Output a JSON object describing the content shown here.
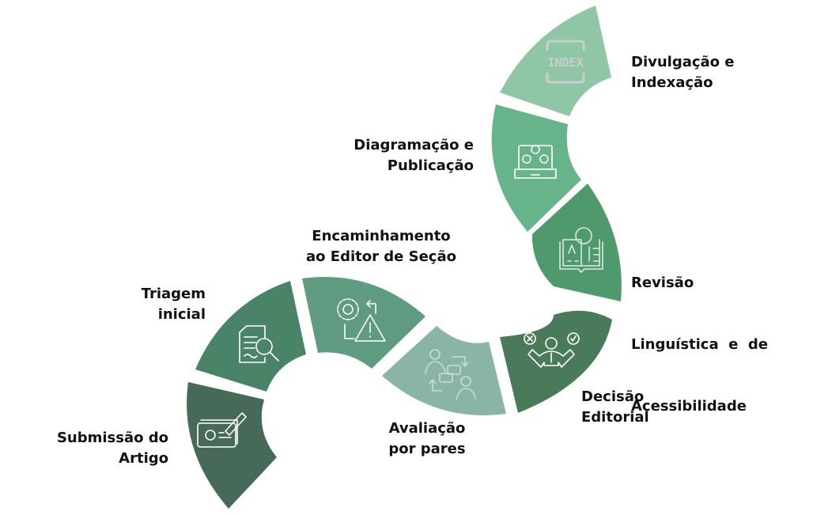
{
  "steps": [
    {
      "id": "submissao",
      "lines": [
        "Submissão do",
        "Artigo"
      ],
      "color": "#476a58",
      "icon": "check-money-pen-icon"
    },
    {
      "id": "triagem",
      "lines": [
        "Triagem",
        "inicial"
      ],
      "color": "#4a8468",
      "icon": "document-magnifier-icon"
    },
    {
      "id": "encaminhamento",
      "lines": [
        "Encaminhamento",
        "ao Editor de Seção"
      ],
      "color": "#5e9b81",
      "icon": "gear-warning-cycle-icon"
    },
    {
      "id": "avaliacao",
      "lines": [
        "Avaliação",
        "por pares"
      ],
      "color": "#8ab4a3",
      "icon": "people-exchange-icon"
    },
    {
      "id": "decisao",
      "lines": [
        "Decisão",
        "Editorial"
      ],
      "color": "#497b5b",
      "icon": "decision-person-icon"
    },
    {
      "id": "revisao",
      "lines": [
        "Revisão",
        "Linguística  e  de",
        "Acessibilidade"
      ],
      "color": "#4f9a6c",
      "icon": "book-language-globe-icon"
    },
    {
      "id": "diagramacao",
      "lines": [
        "Diagramação e",
        "Publicação"
      ],
      "color": "#67b38a",
      "icon": "laptop-gears-icon"
    },
    {
      "id": "divulgacao",
      "lines": [
        "Divulgação e",
        "Indexação"
      ],
      "color": "#8fc6a5",
      "icon": "index-icon",
      "icon_text": "INDEX"
    }
  ]
}
